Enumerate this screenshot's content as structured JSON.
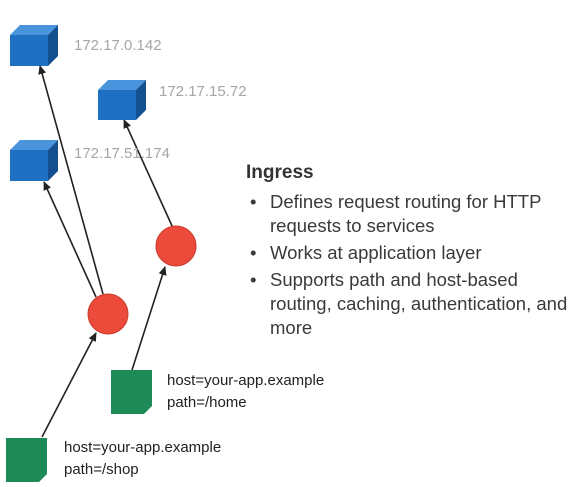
{
  "colors": {
    "node_front": "#1f6fc2",
    "node_top": "#4a94de",
    "node_side": "#144f8f",
    "ingress_fill": "#ec4a3a",
    "request_fill": "#1e8a57",
    "arrow": "#222222",
    "ip_text": "#a6a6a6"
  },
  "nodes": [
    {
      "ip": "172.17.0.142"
    },
    {
      "ip": "172.17.15.72"
    },
    {
      "ip": "172.17.51.174"
    }
  ],
  "requests": [
    {
      "host": "host=your-app.example",
      "path": "path=/home"
    },
    {
      "host": "host=your-app.example",
      "path": "path=/shop"
    }
  ],
  "ingress": {
    "title": "Ingress",
    "bullets": [
      "Defines request routing for HTTP requests to services",
      "Works at application layer",
      "Supports path and host-based routing, caching, authentication, and more"
    ]
  }
}
